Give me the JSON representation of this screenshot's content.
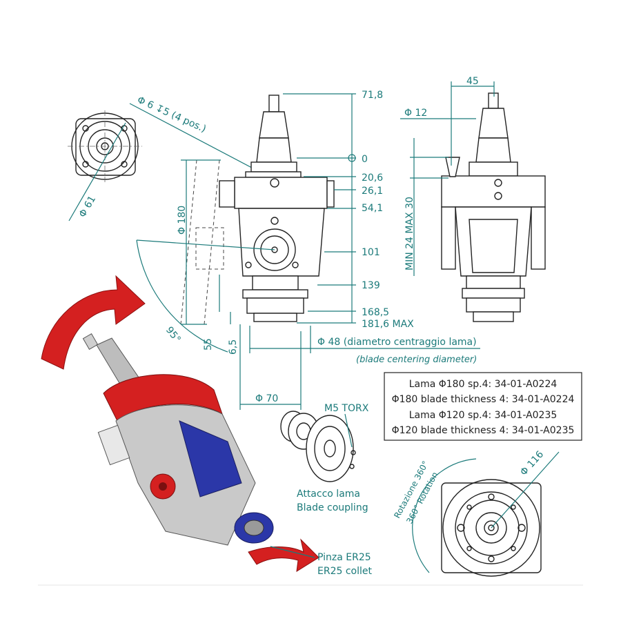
{
  "dims": {
    "d61": "Φ 61",
    "hole": "Φ 6 ↧5 (4 pos.)",
    "v1": "71,8",
    "v2": "0",
    "v3": "20,6",
    "v4": "26,1",
    "v5": "54,1",
    "v6": "101",
    "v7": "139",
    "v8": "168,5",
    "v9": "181,6  MAX",
    "d180": "Φ 180",
    "angle": "95°",
    "v55": "55",
    "v65": "6,5",
    "d48": "Φ 48 (diametro centraggio lama)",
    "d48_en": "(blade centering diameter)",
    "d70": "Φ 70",
    "w45": "45",
    "d12": "Φ 12",
    "minmax": "MIN 24 MAX 30",
    "d116": "Φ 116"
  },
  "box": {
    "line1": "Lama Φ180 sp.4: 34-01-A0224",
    "line2": "Φ180 blade thickness 4: 34-01-A0224",
    "line3": "Lama Φ120 sp.4: 34-01-A0235",
    "line4": "Φ120 blade thickness 4: 34-01-A0235"
  },
  "labels": {
    "torx": "M5 TORX",
    "coupling_it": "Attacco lama",
    "coupling_en": "Blade coupling",
    "rot_it": "Rotazione 360°",
    "rot_en": "360° Rotation",
    "collet_it": "Pinza ER25",
    "collet_en": "ER25 collet"
  },
  "colors": {
    "dimension": "#1b7a7a",
    "accent_red": "#d42020",
    "accent_blue": "#2b37a8"
  }
}
